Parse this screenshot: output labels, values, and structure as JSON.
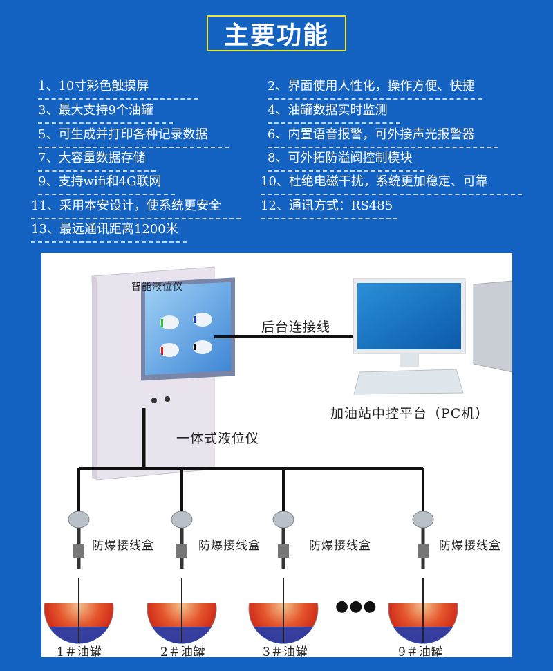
{
  "header": {
    "title": "主要功能"
  },
  "features": [
    "1、10寸彩色触摸屏",
    "2、界面使用人性化，操作方便、快捷",
    "3、最大支持9个油罐",
    "4、油罐数据实时监测",
    "5、可生成并打印各种记录数据",
    "6、内置语音报警，可外接声光报警器",
    "7、大容量数据存储",
    "8、可外拓防溢阀控制模块",
    "9、支持wifi和4G联网",
    "10、杜绝电磁干扰，系统更加稳定、可靠",
    "11、采用本安设计，使系统更安全",
    "12、通讯方式：RS485",
    "13、最远通讯距离1200米"
  ],
  "diagram": {
    "device_label": "智能液位仪",
    "cable_label": "后台连接线",
    "pc_label": "加油站中控平台（PC机）",
    "integrated_label": "一体式液位仪",
    "junction_label": "防爆接线盒",
    "tanks": [
      "1＃油罐",
      "2＃油罐",
      "3＃油罐",
      "9＃油罐"
    ],
    "ellipsis": "●●●"
  },
  "colors": {
    "background": "#1462c2",
    "title_border": "#f3e433",
    "oil": "#d8261a",
    "water": "#1a3fb5"
  }
}
